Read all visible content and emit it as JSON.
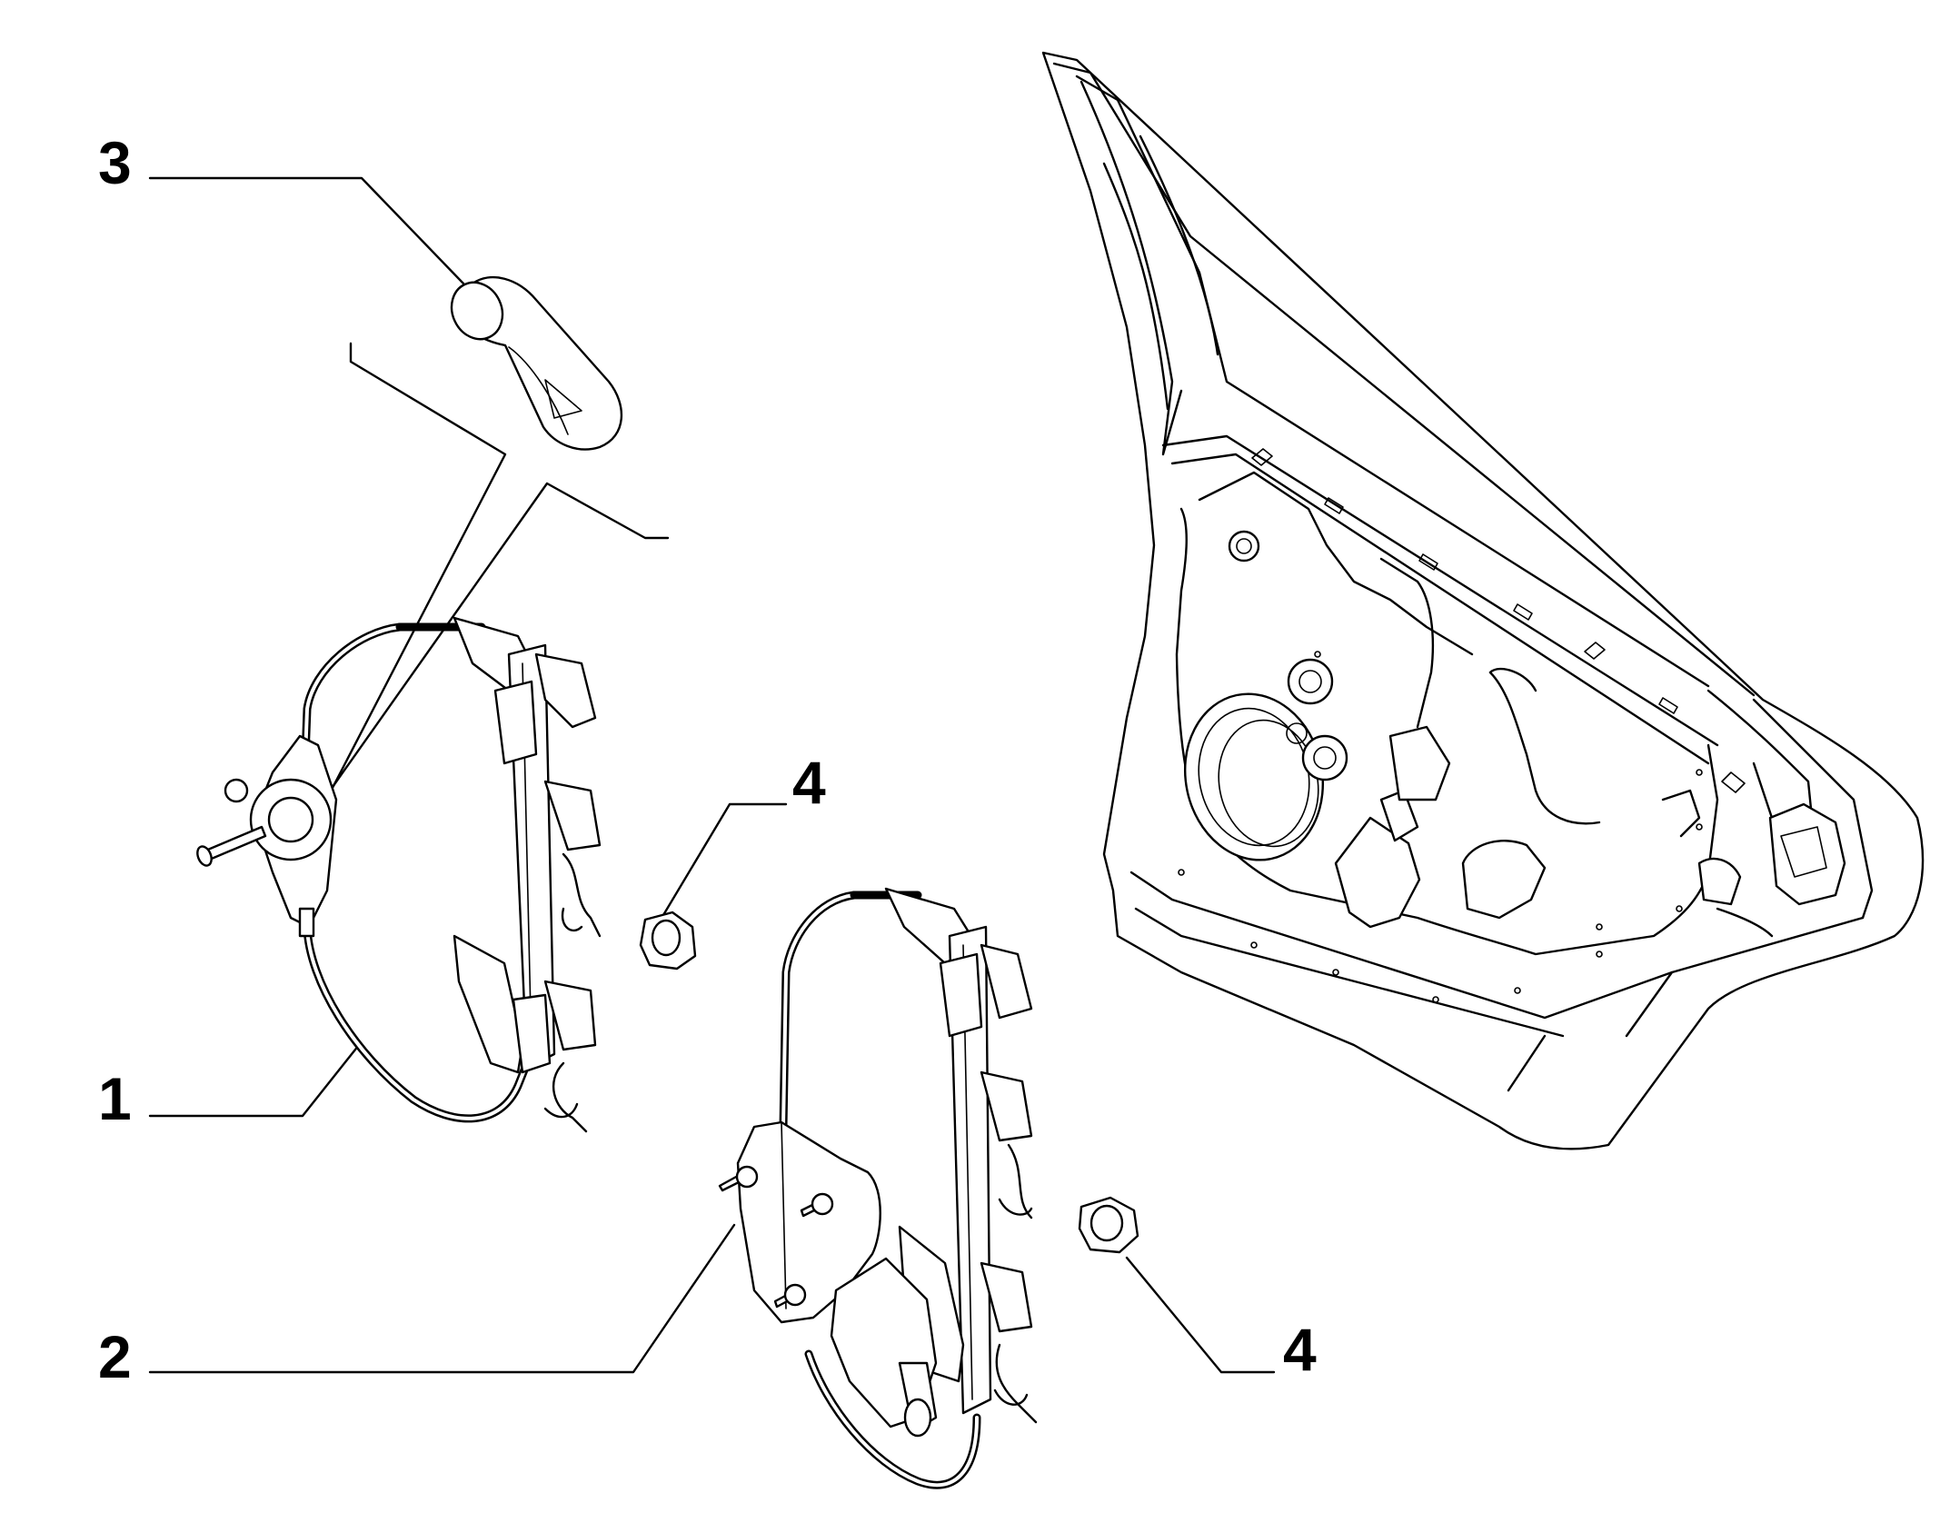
{
  "callouts": [
    {
      "id": "1",
      "label": "1"
    },
    {
      "id": "2",
      "label": "2"
    },
    {
      "id": "3",
      "label": "3"
    },
    {
      "id": "4a",
      "label": "4"
    },
    {
      "id": "4b",
      "label": "4"
    }
  ]
}
